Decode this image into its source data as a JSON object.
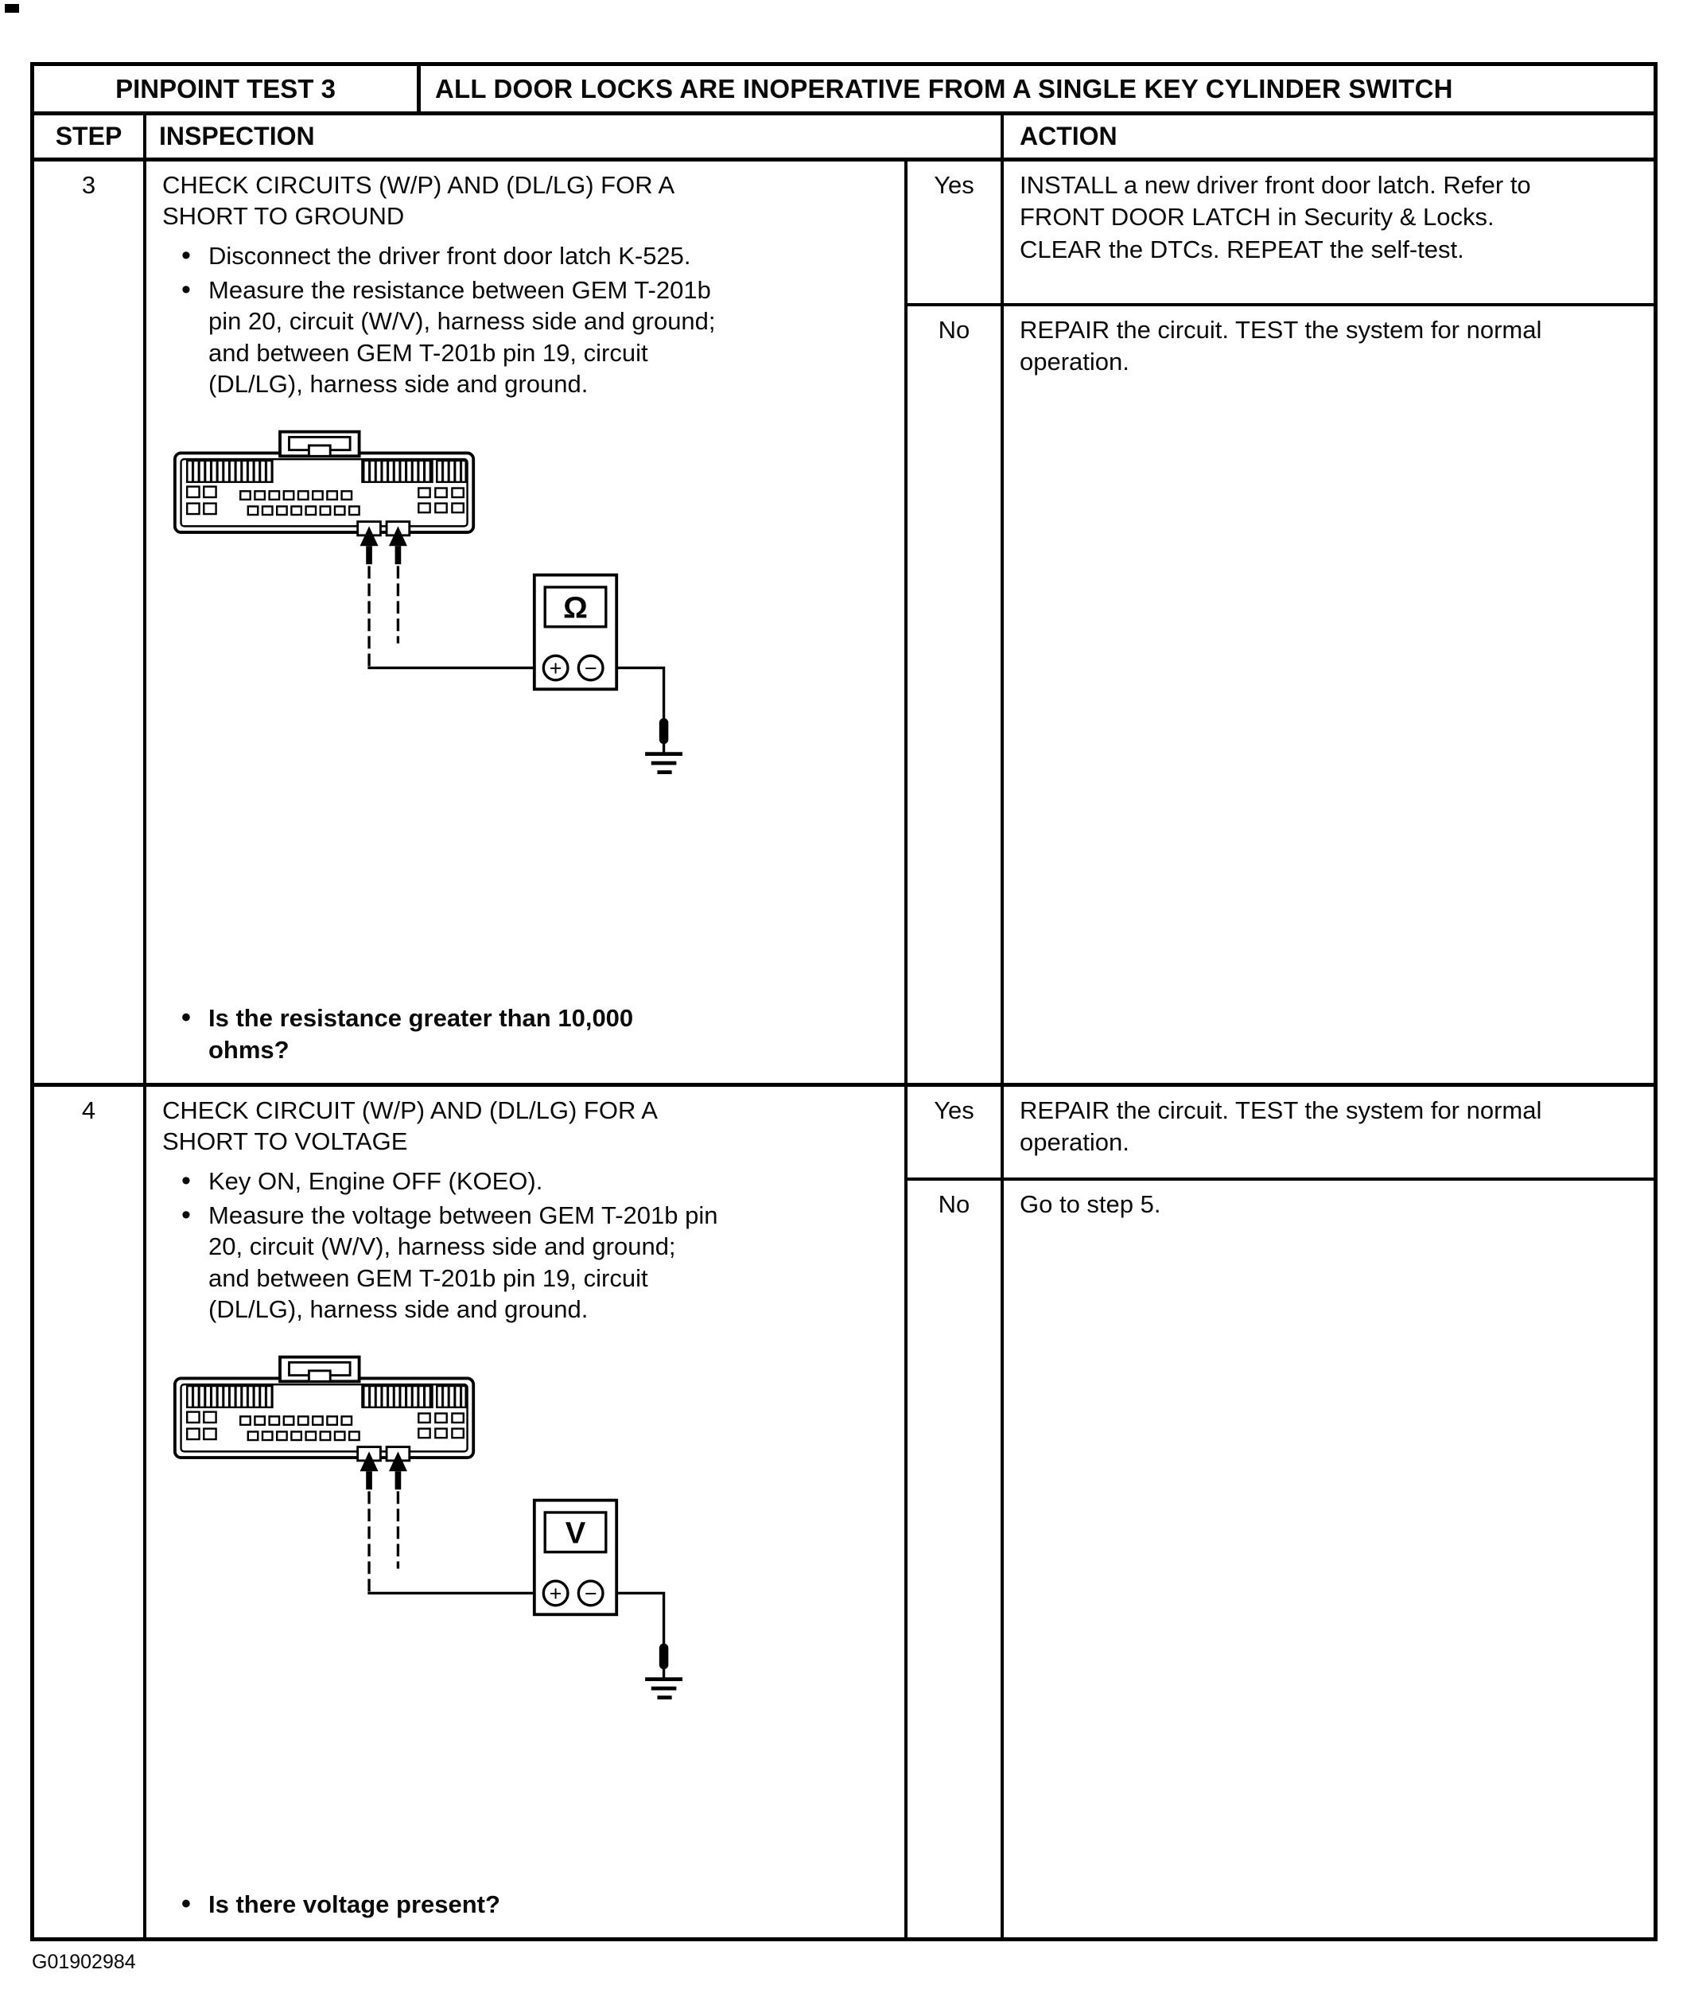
{
  "header": {
    "test_label": "PINPOINT TEST 3",
    "test_title": "ALL DOOR LOCKS ARE INOPERATIVE FROM A SINGLE KEY CYLINDER SWITCH"
  },
  "columns": {
    "step": "STEP",
    "inspection": "INSPECTION",
    "action": "ACTION"
  },
  "steps": [
    {
      "number": "3",
      "title": "CHECK CIRCUITS (W/P) AND (DL/LG) FOR A SHORT TO GROUND",
      "bullets": [
        "Disconnect the driver front door latch K-525.",
        "Measure the resistance between GEM T-201b pin 20, circuit (W/V), harness side and ground; and between GEM T-201b pin 19, circuit (DL/LG), harness side and ground."
      ],
      "meter_symbol": "Ω",
      "question": "Is the resistance greater than 10,000 ohms?",
      "results": [
        {
          "label": "Yes",
          "action": "INSTALL a new driver front door latch.  Refer to FRONT DOOR LATCH in Security & Locks.  CLEAR the DTCs.  REPEAT the self-test."
        },
        {
          "label": "No",
          "action": "REPAIR the circuit.  TEST the system for normal operation."
        }
      ]
    },
    {
      "number": "4",
      "title": "CHECK CIRCUIT (W/P) AND (DL/LG) FOR A SHORT TO VOLTAGE",
      "bullets": [
        "Key ON, Engine OFF (KOEO).",
        "Measure the voltage between GEM T-201b pin 20, circuit (W/V), harness side and ground; and between GEM T-201b pin 19, circuit (DL/LG), harness side and ground."
      ],
      "meter_symbol": "V",
      "question": "Is there voltage present?",
      "results": [
        {
          "label": "Yes",
          "action": "REPAIR the circuit.  TEST the system for normal operation."
        },
        {
          "label": "No",
          "action": "Go to step 5."
        }
      ]
    }
  ],
  "diagram": {
    "plus_label": "+",
    "minus_label": "−"
  },
  "footer": {
    "figure_id": "G01902984"
  }
}
